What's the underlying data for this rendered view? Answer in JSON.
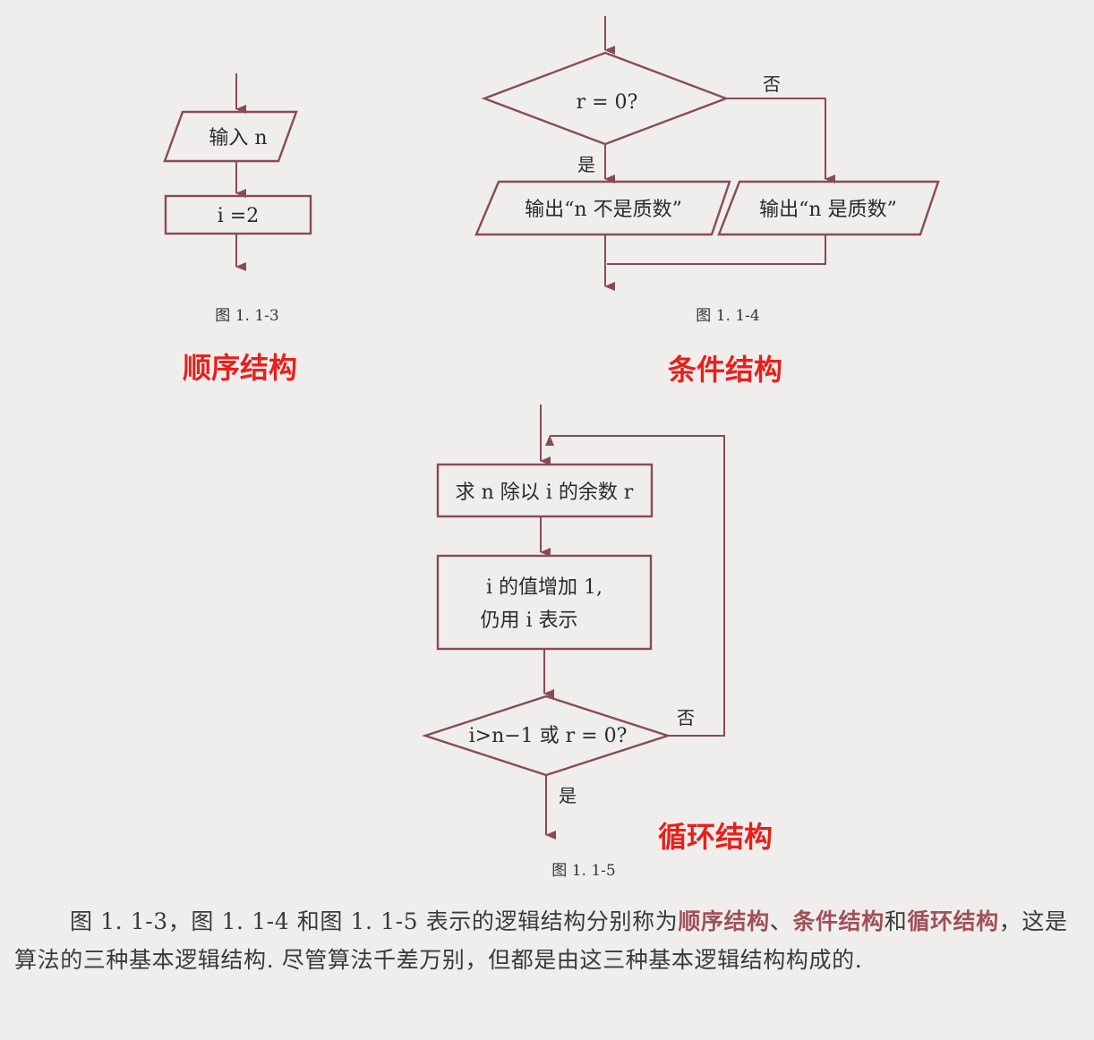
{
  "figure_3": {
    "input_label": "输入 n",
    "assign_label": "i =2",
    "caption": "图 1. 1-3",
    "structure_label": "顺序结构"
  },
  "figure_4": {
    "decision_label": "r = 0?",
    "no_label": "否",
    "yes_label": "是",
    "output_not_prime": "输出“n 不是质数”",
    "output_prime": "输出“n 是质数”",
    "caption": "图 1. 1-4",
    "structure_label": "条件结构"
  },
  "figure_5": {
    "remainder_box": "求 n 除以 i 的余数 r",
    "increment_line1": "i 的值增加 1,",
    "increment_line2": "仍用 i 表示",
    "decision_label": "i>n−1 或 r = 0?",
    "no_label": "否",
    "yes_label": "是",
    "caption": "图 1. 1-5",
    "structure_label": "循环结构"
  },
  "paragraph": {
    "part1": "图 1. 1-3，图 1. 1-4 和图 1. 1-5 表示的逻辑结构分别称为",
    "term1": "顺序结构",
    "sep1": "、",
    "term2": "条件结构",
    "sep2": "和",
    "term3": "循环结构",
    "part2": "，这是算法的三种基本逻辑结构. 尽管算法千差万别，但都是由这三种基本逻辑结构构成的."
  }
}
